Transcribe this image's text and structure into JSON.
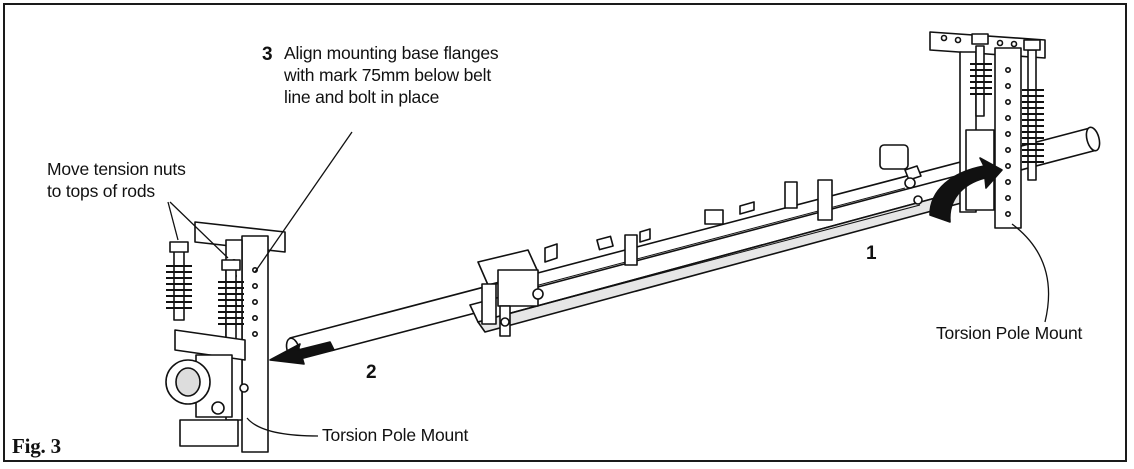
{
  "figure": {
    "label": "Fig. 3"
  },
  "callouts": {
    "step3_number": "3",
    "step3_text": "Align mounting base flanges\nwith mark 75mm below belt\nline and bolt in place",
    "tension_nuts": "Move tension nuts\nto tops of rods",
    "left_mount": "Torsion Pole Mount",
    "right_mount": "Torsion Pole Mount"
  },
  "step_numbers": {
    "one": "1",
    "two": "2"
  }
}
